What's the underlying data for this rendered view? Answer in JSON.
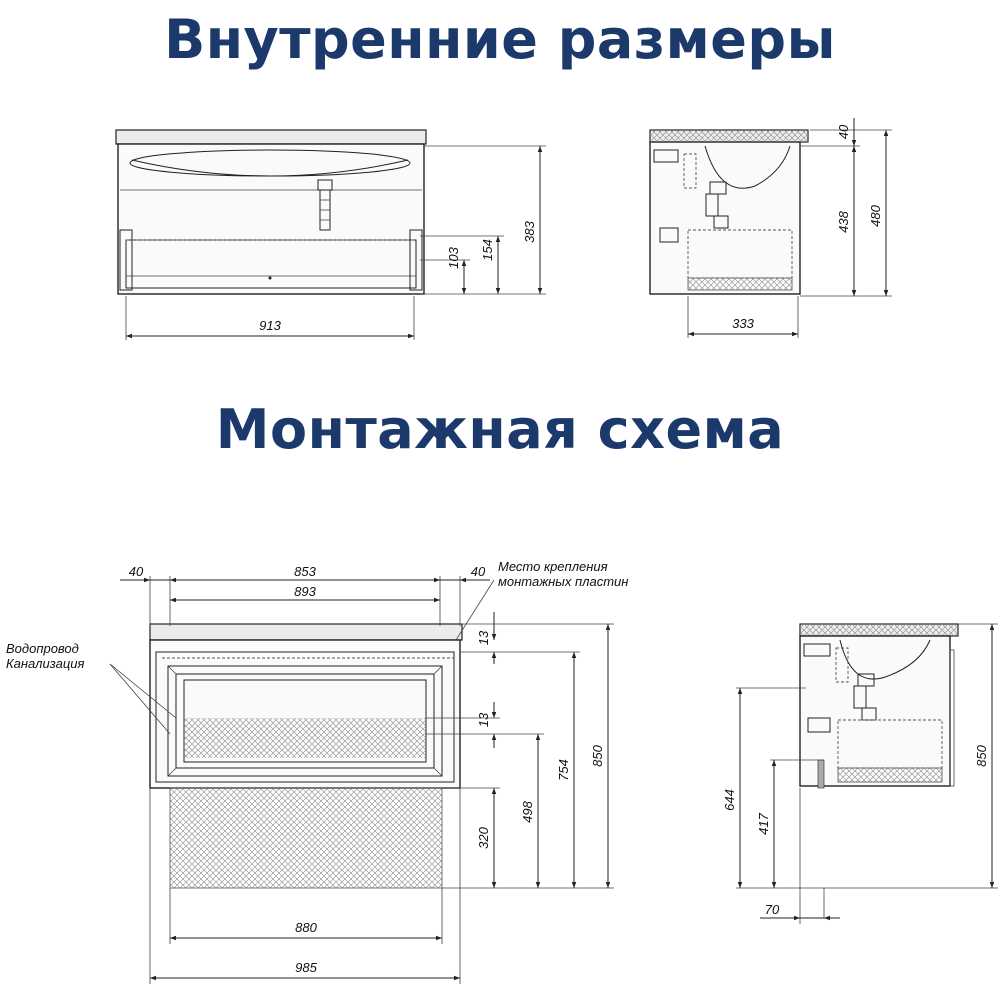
{
  "titles": {
    "internal": "Внутренние размеры",
    "mounting": "Монтажная схема"
  },
  "labels": {
    "mount_place_1": "Место крепления",
    "mount_place_2": "монтажных пластин",
    "water_supply": "Водопровод",
    "sewer": "Канализация"
  },
  "dims_internal": {
    "width": "913",
    "depth": "333",
    "h_383": "383",
    "h_154": "154",
    "h_103": "103",
    "h_40": "40",
    "h_438": "438",
    "h_480": "480"
  },
  "dims_mounting": {
    "left_40": "40",
    "w_853": "853",
    "w_893": "893",
    "right_40": "40",
    "h_13a": "13",
    "h_13b": "13",
    "h_320": "320",
    "h_498": "498",
    "h_754": "754",
    "h_850": "850",
    "w_880": "880",
    "w_985": "985",
    "side_644": "644",
    "side_417": "417",
    "side_70": "70",
    "side_850": "850"
  },
  "colors": {
    "title": "#1b3a6b",
    "line": "#222222"
  }
}
